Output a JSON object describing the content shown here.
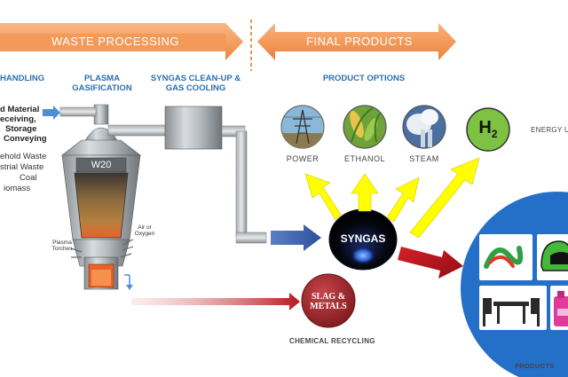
{
  "banners": {
    "waste_processing": "WASTE PROCESSING",
    "final_products": "FINAL PRODUCTS"
  },
  "columns": {
    "handling": "HANDLING",
    "plasma_gasification": [
      "PLASMA",
      "GASIFICATION"
    ],
    "syngas_cleanup": [
      "SYNGAS CLEAN-UP &",
      "GAS COOLING"
    ],
    "product_options": "PRODUCT OPTIONS"
  },
  "feed_handling": [
    "d Material",
    "eceiving,",
    "Storage",
    "Conveying"
  ],
  "feedstocks": [
    "ehold Waste",
    "strial Waste",
    "Coal",
    "iomass"
  ],
  "reactor": {
    "model": "W20",
    "air_label": [
      "Air or",
      "Oxygen"
    ],
    "torch_label": [
      "Plasma",
      "Torches"
    ]
  },
  "syngas": "SYNGAS",
  "slag": [
    "SLAG &",
    "METALS"
  ],
  "chemical_recycling": "CHEMICAL RECYCLING",
  "products": [
    {
      "label": "POWER",
      "icon": "power-pylon-icon"
    },
    {
      "label": "ETHANOL",
      "icon": "ethanol-corn-icon"
    },
    {
      "label": "STEAM",
      "icon": "steam-plant-icon"
    }
  ],
  "hydrogen": {
    "symbol": "H",
    "subscript": "2"
  },
  "energy_label": "ENERGY U",
  "products_label": "PRODUCTS",
  "colors": {
    "banner_orange": "#f39a5a",
    "header_blue": "#2c6fae",
    "divider_orange": "#e07b2b",
    "arrow_yellow": "#ffff00",
    "arrow_blue": "#3a5fb0",
    "arrow_red": "#c0161b",
    "slag_red": "#a8282c",
    "hydrogen_green": "#7dc242",
    "products_blue": "#2470c8"
  }
}
